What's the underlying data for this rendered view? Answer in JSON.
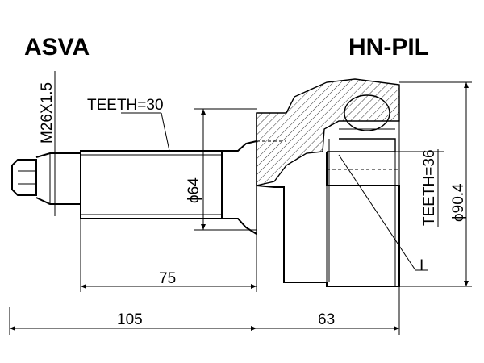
{
  "header": {
    "brand": "ASVA",
    "part_number": "HN-PIL"
  },
  "labels": {
    "thread": "M26X1.5",
    "teeth_outer_shaft": "TEETH=30",
    "teeth_inner": "TEETH=36",
    "diameter_shaft": "ϕ64",
    "diameter_housing": "ϕ90.4",
    "length_shaft": "75",
    "length_total_left": "105",
    "length_housing": "63",
    "ring_marker": "I"
  }
}
